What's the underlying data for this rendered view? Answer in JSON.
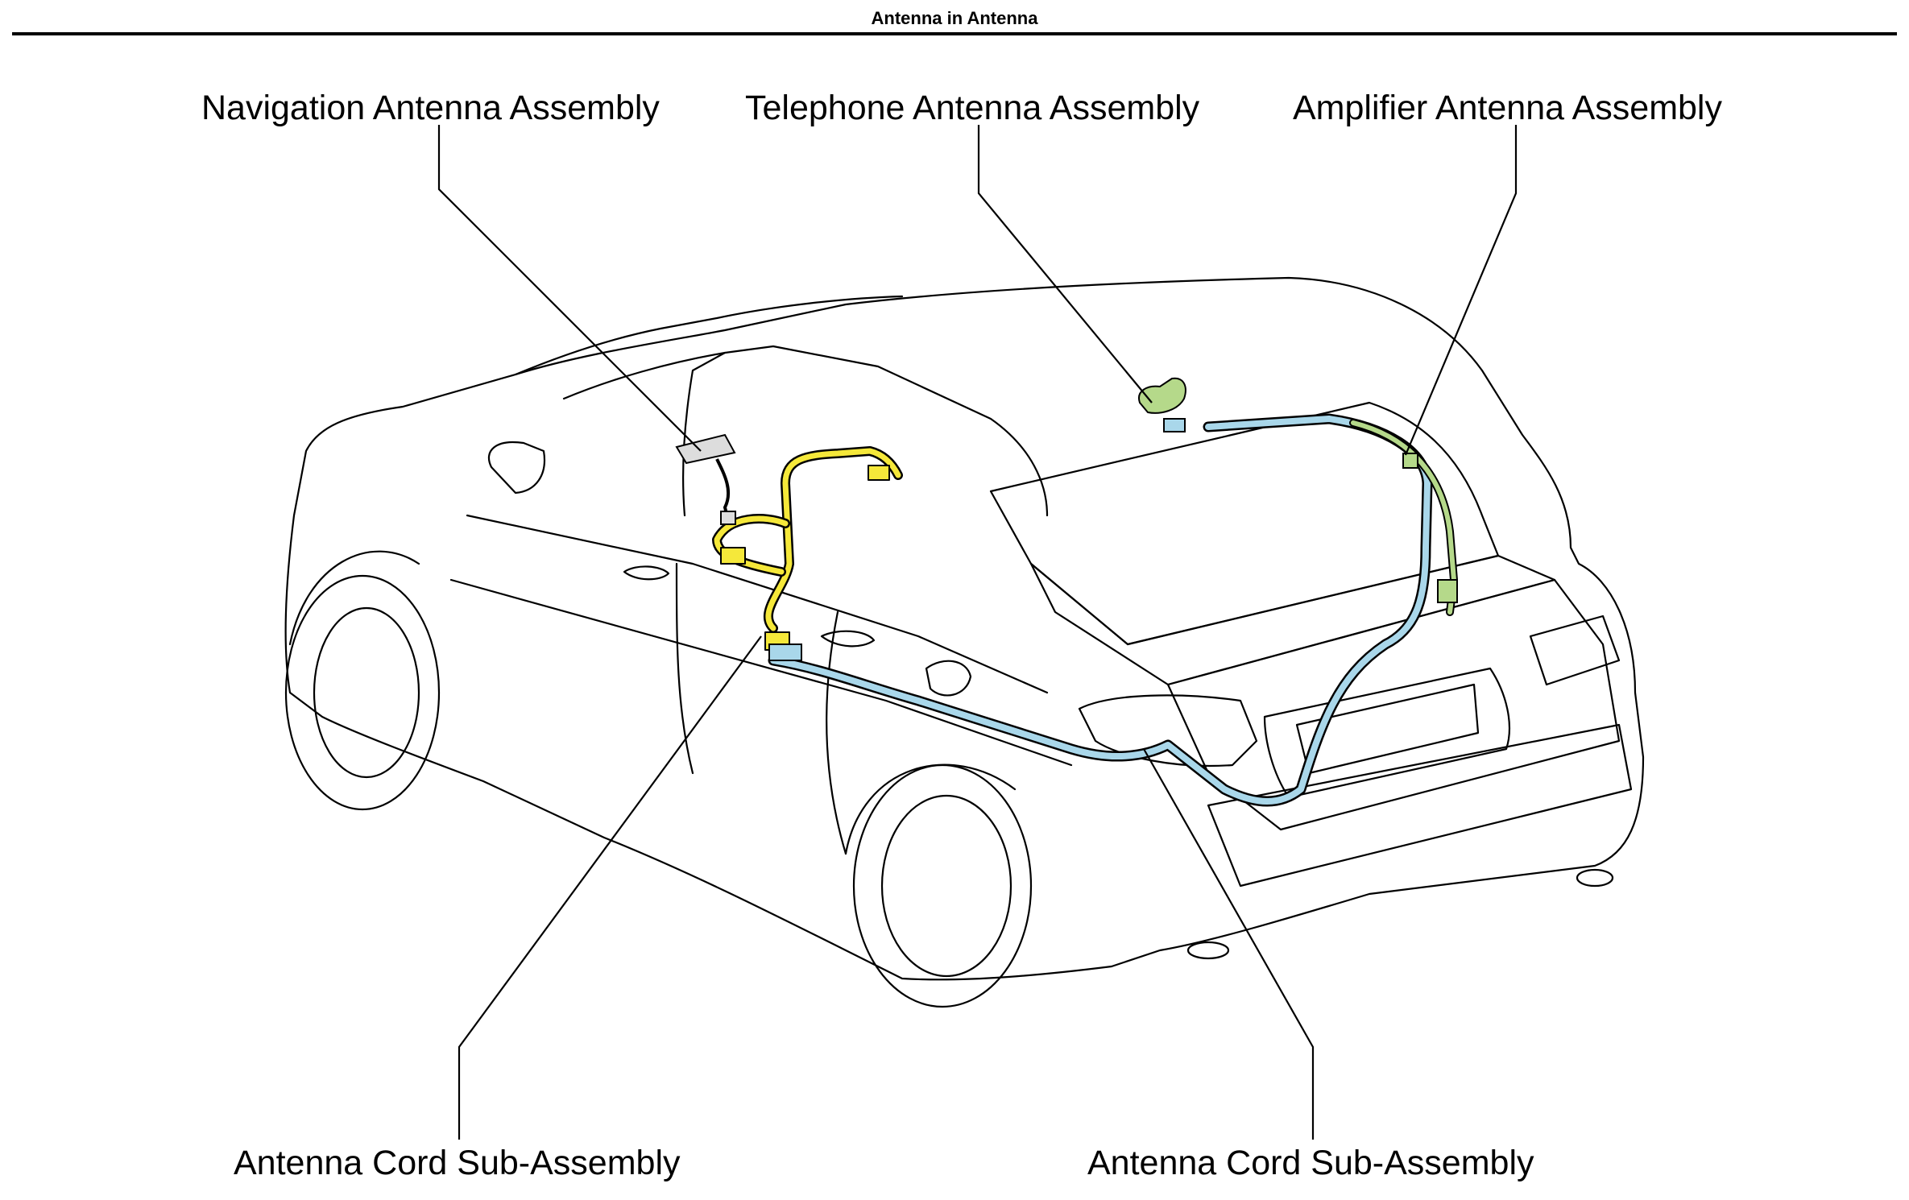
{
  "header": {
    "title": "Antenna in Antenna"
  },
  "labels": {
    "navigation_antenna": "Navigation Antenna Assembly",
    "telephone_antenna": "Telephone Antenna Assembly",
    "amplifier_antenna": "Amplifier Antenna Assembly",
    "cord_front": "Antenna Cord Sub-Assembly",
    "cord_rear": "Antenna Cord Sub-Assembly"
  },
  "colors": {
    "yellow_harness": "#f5e83a",
    "blue_harness": "#a9d7ea",
    "green_harness": "#b5d98a",
    "line": "#000000"
  }
}
